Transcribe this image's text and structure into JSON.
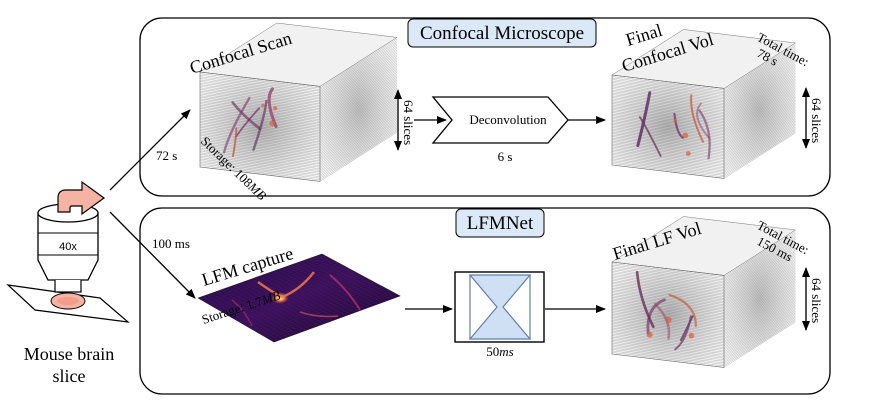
{
  "panels": {
    "confocal": {
      "title": "Confocal Microscope",
      "scan_label": "Confocal Scan",
      "slices_label": "64 slices",
      "storage_label": "Storage: 108",
      "storage_unit": "MB",
      "deconv_label": "Deconvolution",
      "deconv_time": "6 s",
      "final_label_line1": "Final",
      "final_label_line2": "Confocal Vol",
      "total_time_line1": "Total time:",
      "total_time_line2": "78 s",
      "final_slices_label": "64 slices"
    },
    "lfmnet": {
      "title": "LFMNet",
      "capture_label": "LFM capture",
      "storage_label": "Storage: 1.7",
      "storage_unit": "MB",
      "net_time_value": "50",
      "net_time_unit": "ms",
      "final_label": "Final LF Vol",
      "total_time_line1": "Total time:",
      "total_time_line2": "150 ms",
      "final_slices_label": "64 slices"
    }
  },
  "arrows": {
    "to_confocal": "72 s",
    "to_lfm": "100 ms"
  },
  "microscope": {
    "objective_label": "40x",
    "sample_label_line1": "Mouse brain",
    "sample_label_line2": "slice"
  },
  "colors": {
    "title_box_fill": "#dbe8f8",
    "network_fill": "#cfe0f4",
    "network_stroke": "#5e7fae",
    "salmon": "#f4b3a3",
    "lf_dark": "#1a0a36",
    "lf_bright": "#f4c46a"
  }
}
